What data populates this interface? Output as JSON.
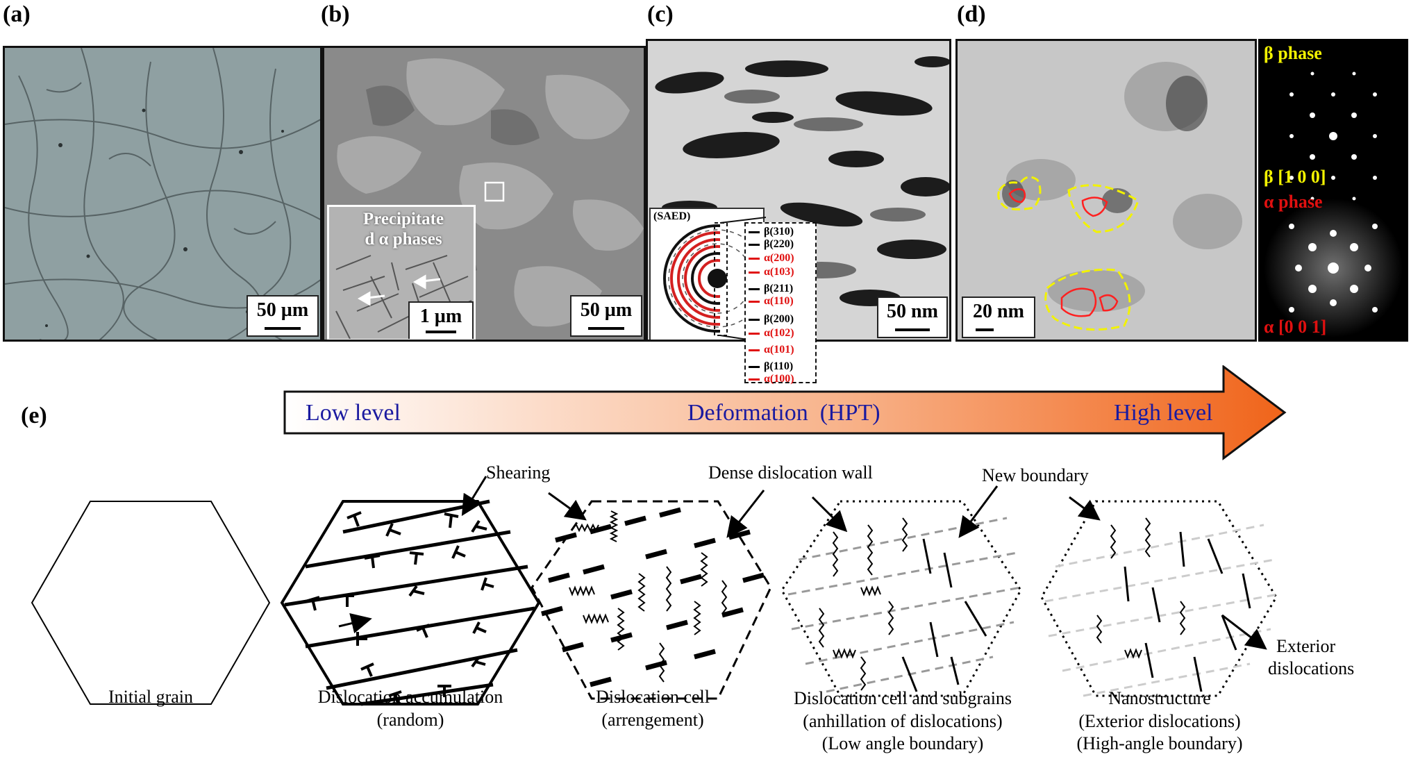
{
  "panels": {
    "a": {
      "label": "(a)",
      "scale": "50 µm"
    },
    "b": {
      "label": "(b)",
      "scale": "50 µm",
      "inset_title_1": "Precipitate",
      "inset_title_2": "d α phases",
      "inset_scale": "1 µm"
    },
    "c": {
      "label": "(c)",
      "scale": "50 nm",
      "saed_label": "(SAED)",
      "saed_indices": [
        {
          "text": "β(310)",
          "color": "#000000"
        },
        {
          "text": "β(220)",
          "color": "#000000"
        },
        {
          "text": "α(200)",
          "color": "#e01010"
        },
        {
          "text": "α(103)",
          "color": "#e01010"
        },
        {
          "text": "β(211)",
          "color": "#000000"
        },
        {
          "text": "α(110)",
          "color": "#e01010"
        },
        {
          "text": "β(200)",
          "color": "#000000"
        },
        {
          "text": "α(102)",
          "color": "#e01010"
        },
        {
          "text": "α(101)",
          "color": "#e01010"
        },
        {
          "text": "β(110)",
          "color": "#000000"
        },
        {
          "text": "α(100)",
          "color": "#e01010"
        }
      ]
    },
    "d": {
      "label": "(d)",
      "scale": "20 nm",
      "beta_phase": "β phase",
      "beta_zone": "β [1 0 0]",
      "alpha_phase": "α phase",
      "alpha_zone": "α [0 0 1]"
    },
    "e": {
      "label": "(e)"
    }
  },
  "arrow": {
    "low": "Low level",
    "mid": "Deformation  (HPT)",
    "high": "High level"
  },
  "annotations": {
    "shearing": "Shearing",
    "dense_wall": "Dense dislocation wall",
    "new_boundary": "New boundary",
    "exterior_1": "Exterior",
    "exterior_2": "dislocations"
  },
  "stages": [
    {
      "line1": "Initial grain",
      "line2": "",
      "line3": ""
    },
    {
      "line1": "Dislocation accumulation",
      "line2": "(random)",
      "line3": ""
    },
    {
      "line1": "Dislocation cell",
      "line2": "(arrengement)",
      "line3": ""
    },
    {
      "line1": "Dislocation cell and subgrains",
      "line2": "(anhillation of dislocations)",
      "line3": "(Low angle boundary)"
    },
    {
      "line1": "Nanostructure",
      "line2": "(Exterior dislocations)",
      "line3": "(High-angle boundary)"
    }
  ]
}
